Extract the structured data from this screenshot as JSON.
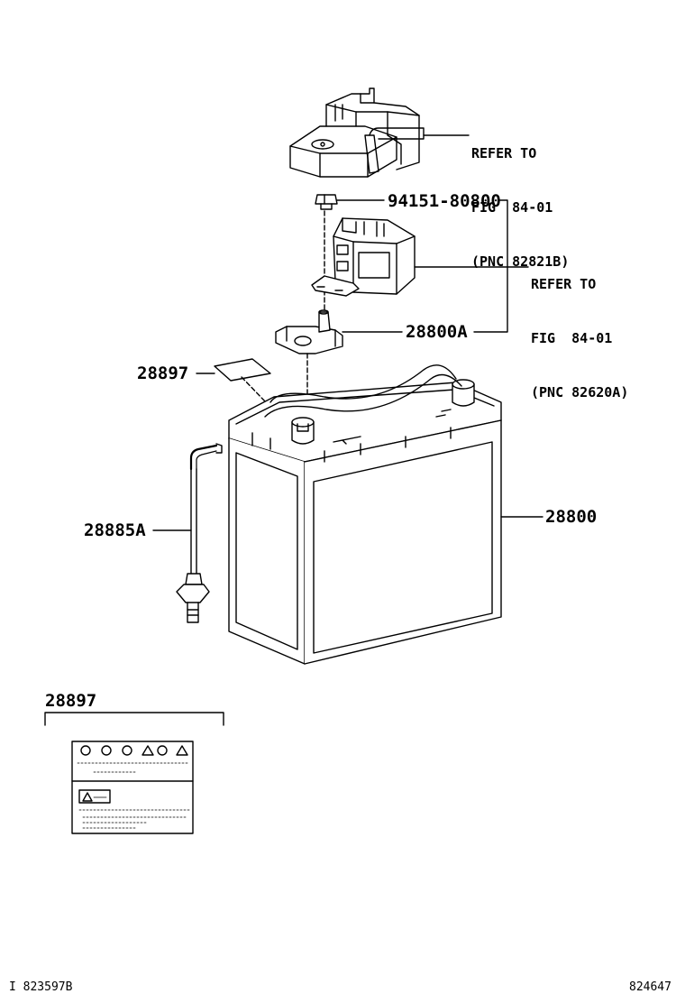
{
  "parts": {
    "p94151": "94151-80800",
    "p28800A": "28800A",
    "p28897": "28897",
    "p28885A": "28885A",
    "p28800": "28800",
    "p28897_detail": "28897"
  },
  "refer_1": {
    "line1": "REFER TO",
    "line2": "FIG  84-01",
    "line3": "(PNC 82821B)"
  },
  "refer_2": {
    "line1": "REFER TO",
    "line2": "FIG  84-01",
    "line3": "(PNC 82620A)"
  },
  "footer": {
    "left_code": "I 823597B",
    "right_code": "824647"
  },
  "colors": {
    "line": "#000000",
    "background": "#ffffff"
  }
}
